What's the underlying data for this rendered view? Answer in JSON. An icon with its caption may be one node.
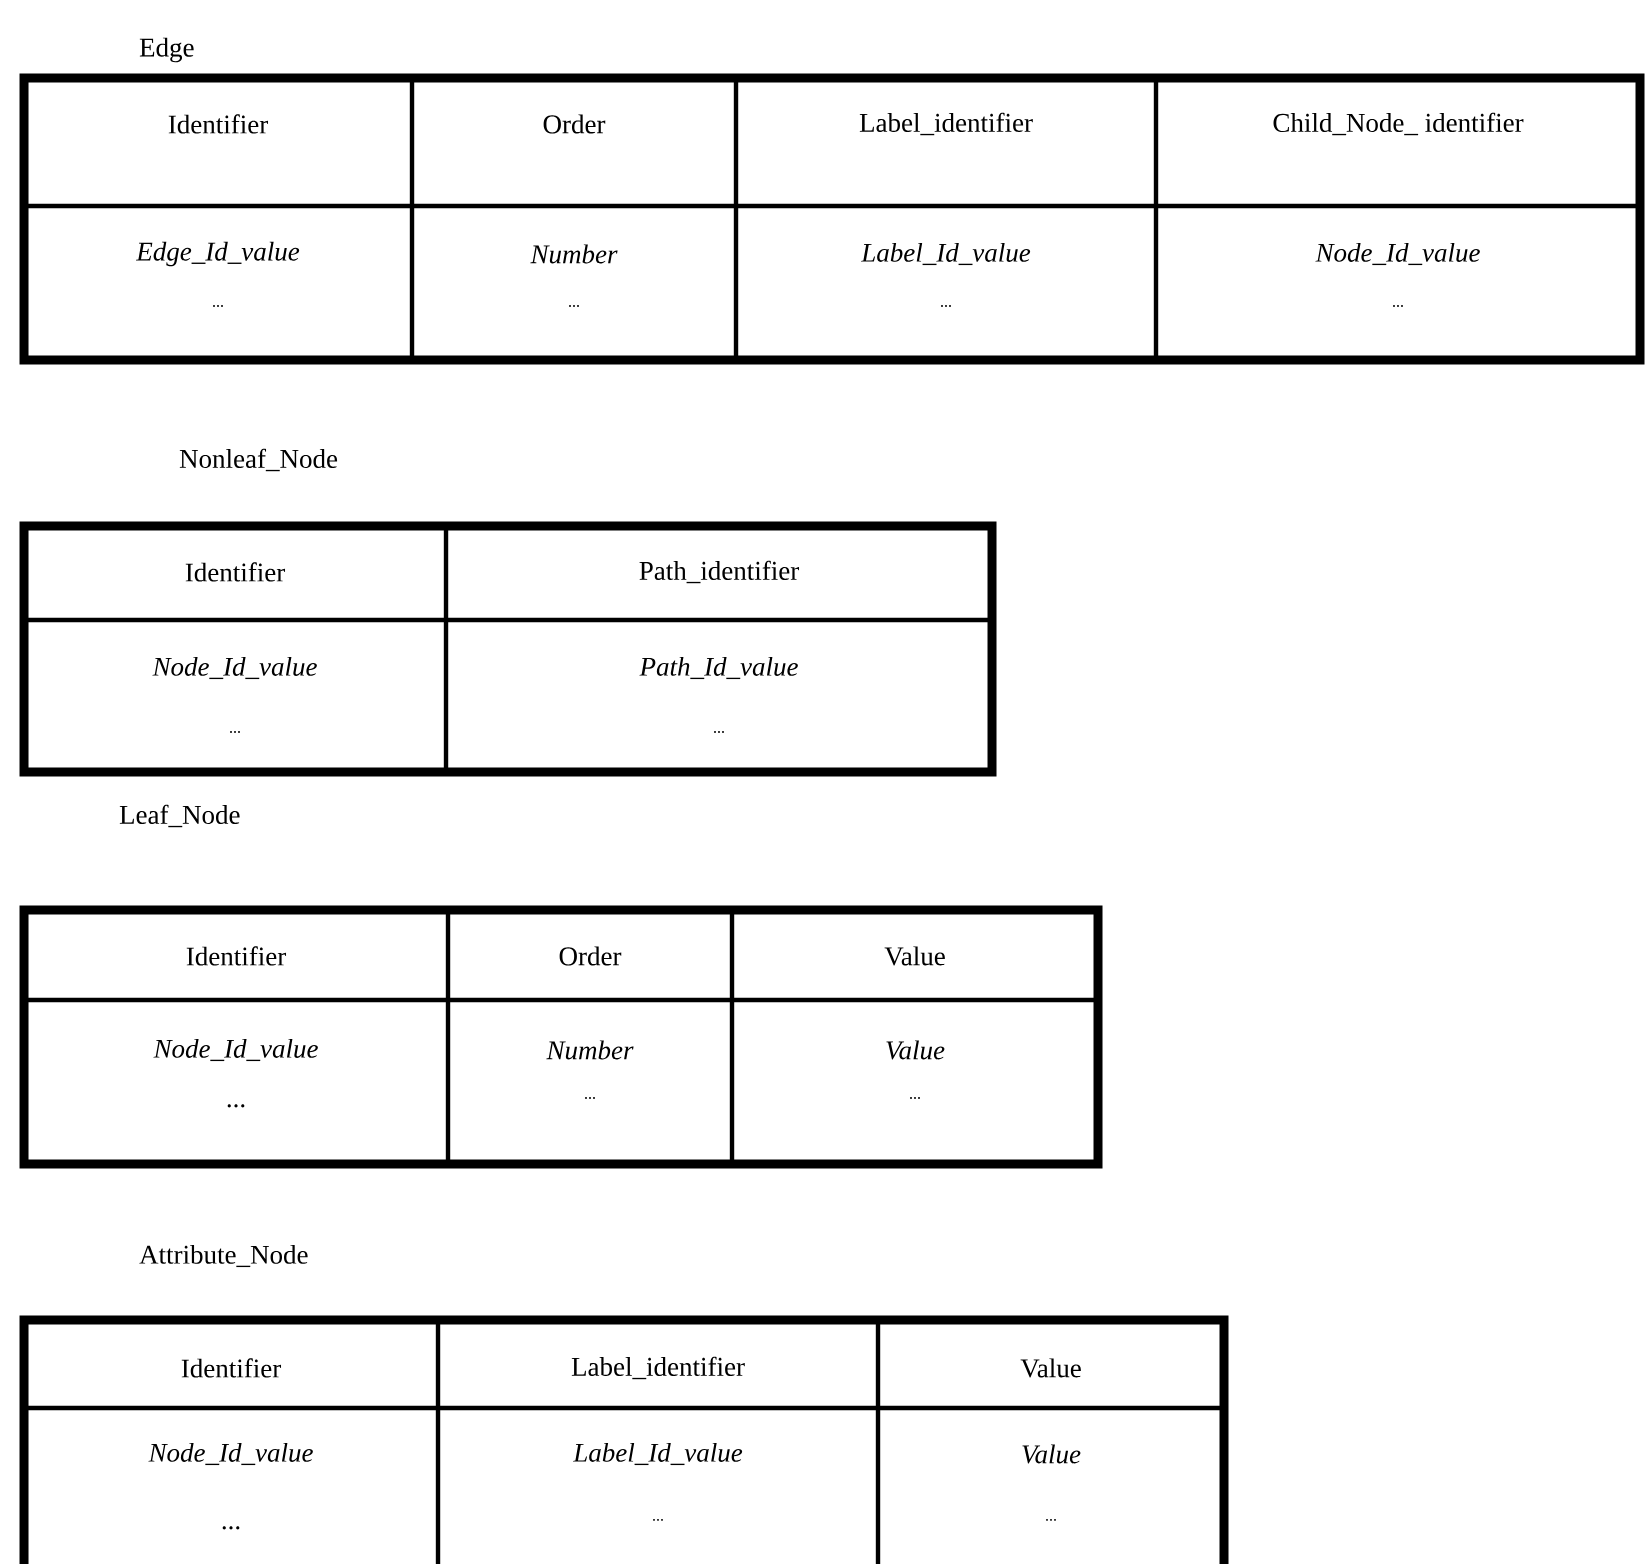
{
  "diagram": {
    "labels": [
      "Edge",
      "Identifier",
      "Order",
      "Label_identifier",
      "Child_Node_ identifier",
      "Edge_Id_value",
      "Number",
      "Label_Id_value",
      "Node_Id_value",
      "...",
      "...",
      "...",
      "...",
      "Nonleaf_Node",
      "Identifier",
      "Path_identifier",
      "Node_Id_value",
      "Path_Id_value",
      "...",
      "...",
      "Leaf_Node",
      "Identifier",
      "Order",
      "Value",
      "Node_Id_value",
      "Number",
      "Value",
      "...",
      "...",
      "...",
      "Attribute_Node",
      "Identifier",
      "Label_identifier",
      "Value",
      "Node_Id_value",
      "Label_Id_value",
      "Value",
      "...",
      "...",
      "..."
    ]
  }
}
